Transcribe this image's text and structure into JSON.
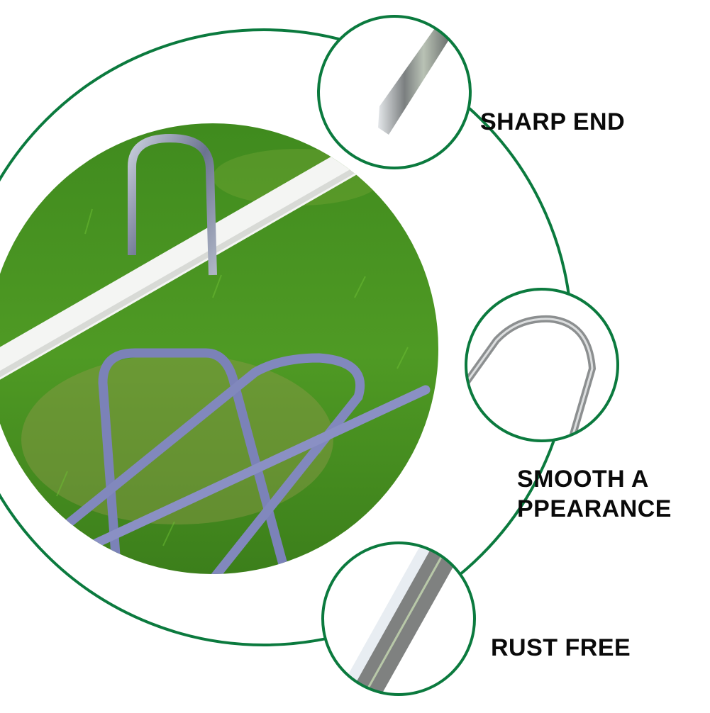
{
  "colors": {
    "ring": "#0b7a3e",
    "background": "#ffffff",
    "text": "#0a0a0a",
    "grass_dark": "#2f6f18",
    "grass_light": "#5aa52a",
    "metal": "#8f96a8",
    "pipe": "#f4f5f3"
  },
  "main_photo": {
    "description": "galvanized U-shaped garden stakes on grass holding a white pipe"
  },
  "features": [
    {
      "label": "SHARP END",
      "detail": "sharp-tip-closeup"
    },
    {
      "label_line1": "SMOOTH A",
      "label_line2": "PPEARANCE",
      "detail": "smooth-bend-closeup"
    },
    {
      "label": "RUST FREE",
      "detail": "rust-free-shaft-closeup"
    }
  ]
}
